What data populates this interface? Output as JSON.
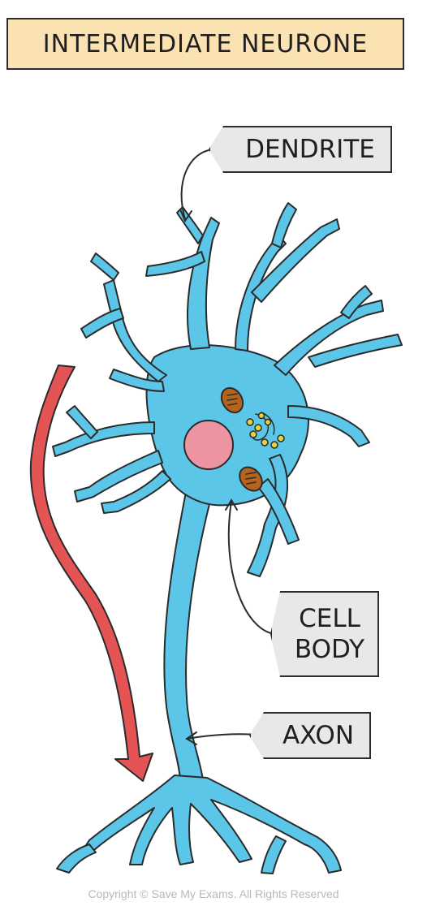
{
  "title": "INTERMEDIATE NEURONE",
  "labels": {
    "dendrite": "DENDRITE",
    "cell_body_line1": "CELL",
    "cell_body_line2": "BODY",
    "axon": "AXON"
  },
  "copyright": "Copyright © Save My Exams. All Rights Reserved",
  "colors": {
    "neuron": "#5bc6e8",
    "outline": "#2b2b2b",
    "nucleus": "#ec94a2",
    "mitochondria": "#b5641d",
    "golgi": "#e7d33a",
    "direction_arrow": "#e45454",
    "title_bg": "#fbe2b2",
    "tag_bg": "#e6e8ea"
  }
}
